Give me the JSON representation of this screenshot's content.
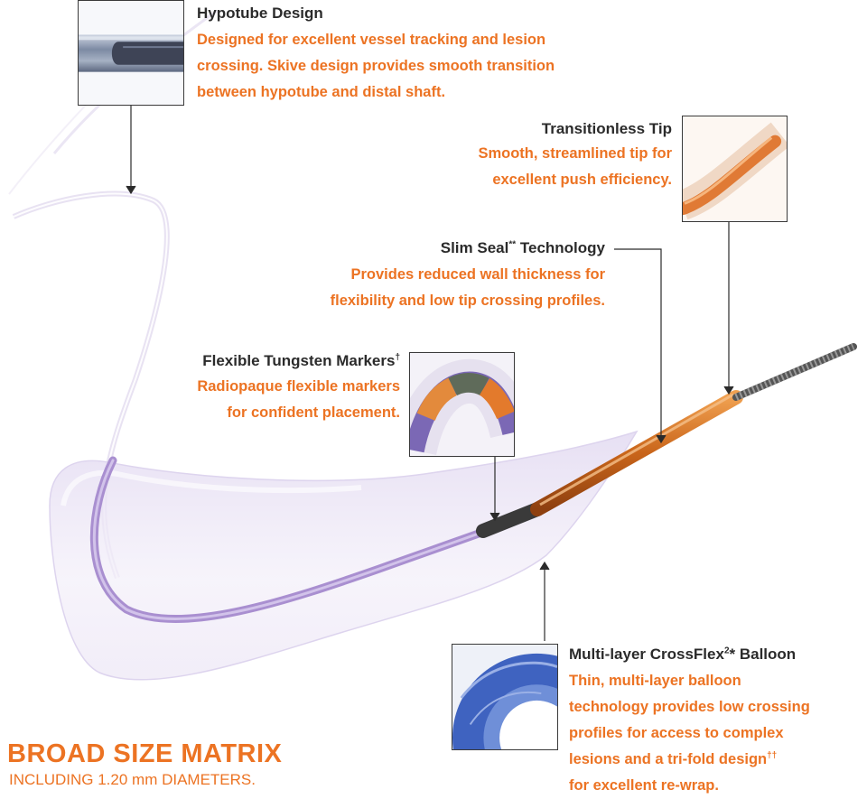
{
  "callouts": {
    "hypotube": {
      "title": "Hypotube Design",
      "lines": [
        "Designed for excellent vessel tracking and lesion",
        "crossing. Skive design provides smooth transition",
        "between hypotube and distal shaft."
      ],
      "icon": "hypotube-skive-closeup"
    },
    "tip": {
      "title": "Transitionless Tip",
      "lines": [
        "Smooth, streamlined tip for",
        "excellent push efficiency."
      ],
      "icon": "orange-tip-closeup"
    },
    "slim_seal": {
      "title": "Slim Seal",
      "title_sup": "**",
      "title_suffix": " Technology",
      "lines": [
        "Provides reduced wall thickness for",
        "flexibility and low tip crossing profiles."
      ]
    },
    "markers": {
      "title": "Flexible Tungsten Markers",
      "title_sup": "†",
      "lines": [
        "Radiopaque flexible markers",
        "for confident placement."
      ],
      "icon": "tungsten-marker-closeup"
    },
    "balloon": {
      "title_pre": "Multi-layer CrossFlex",
      "title_sup": "2",
      "title_post": "* Balloon",
      "lines": [
        "Thin, multi-layer balloon",
        "technology provides low crossing",
        "profiles for access to complex"
      ],
      "line4": "lesions and a tri-fold design",
      "line4_sup": "††",
      "line5": "for excellent re-wrap.",
      "icon": "balloon-crosssection-closeup"
    }
  },
  "footer": {
    "heading": "BROAD SIZE MATRIX",
    "sub": "INCLUDING 1.20 mm DIAMETERS."
  },
  "colors": {
    "accent": "#ec7323",
    "title": "#2b2b2b",
    "shaft_purple": "#a98fd0",
    "tip_orange": "#d8751e",
    "leader": "#2b2b2b"
  }
}
